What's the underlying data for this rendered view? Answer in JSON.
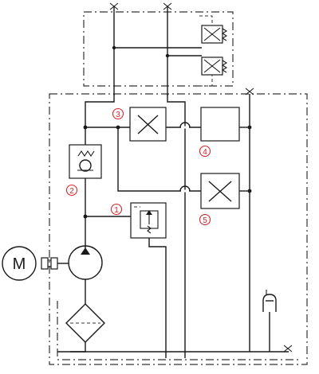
{
  "diagram": {
    "motor_label": "M",
    "callouts": [
      {
        "id": "relief-valve",
        "label": "1"
      },
      {
        "id": "check-valve",
        "label": "2"
      },
      {
        "id": "valve-3",
        "label": "3"
      },
      {
        "id": "block-4",
        "label": "4"
      },
      {
        "id": "valve-5",
        "label": "5"
      }
    ],
    "colors": {
      "line": "#1a1a1a",
      "boundary": "#333333",
      "callout": "#d62728"
    }
  }
}
